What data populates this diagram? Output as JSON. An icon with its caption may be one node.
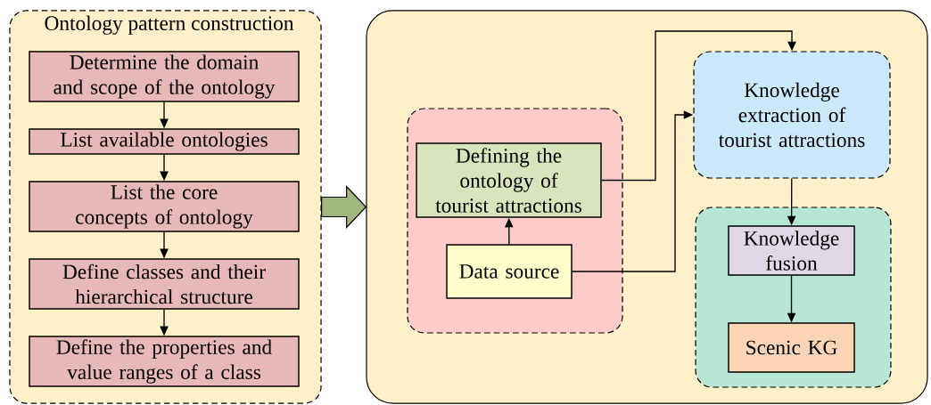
{
  "diagram": {
    "nodes": [
      {
        "text": [
          "Ontology pattern construction"
        ]
      },
      {
        "text": [
          "Determine the domain and scope of the ontology"
        ],
        "in": 0
      },
      {
        "text": [
          "List available ontologies"
        ],
        "in": 0
      },
      {
        "text": [
          "List the core concepts of ontology"
        ],
        "in": 0
      },
      {
        "text": [
          "Define classes and their hierarchical structure"
        ],
        "in": 0
      },
      {
        "text": [
          "Define the properties and value ranges of a class"
        ],
        "in": 0
      },
      {
        "text": [],
        "shape": "box"
      },
      {
        "text": [],
        "shape": "box",
        "in": 6
      },
      {
        "text": [
          "Defining the ontology of tourist attractions"
        ],
        "in": 7
      },
      {
        "text": [
          "Data source"
        ],
        "in": 7
      },
      {
        "text": [
          "Knowledge extraction of tourist attractions"
        ],
        "in": 6
      },
      {
        "text": [],
        "shape": "box",
        "in": 6
      },
      {
        "text": [
          "Knowledge fusion"
        ],
        "in": 11
      },
      {
        "text": [
          "Scenic KG"
        ],
        "in": 11
      }
    ],
    "edges": [
      {
        "from": 1,
        "to": 2,
        "arrow": "to"
      },
      {
        "from": 2,
        "to": 3,
        "arrow": "to"
      },
      {
        "from": 3,
        "to": 4,
        "arrow": "to"
      },
      {
        "from": 4,
        "to": 5,
        "arrow": "to"
      },
      {
        "from": 0,
        "to": 6,
        "arrow": "to",
        "style": "thick"
      },
      {
        "from": 9,
        "to": 8,
        "arrow": "to"
      },
      {
        "from": 8,
        "to": 10,
        "arrow": "to"
      },
      {
        "from": 9,
        "to": 10,
        "arrow": "to"
      },
      {
        "from": 10,
        "to": 12,
        "arrow": "to"
      },
      {
        "from": 12,
        "to": 13,
        "arrow": "to"
      }
    ]
  }
}
